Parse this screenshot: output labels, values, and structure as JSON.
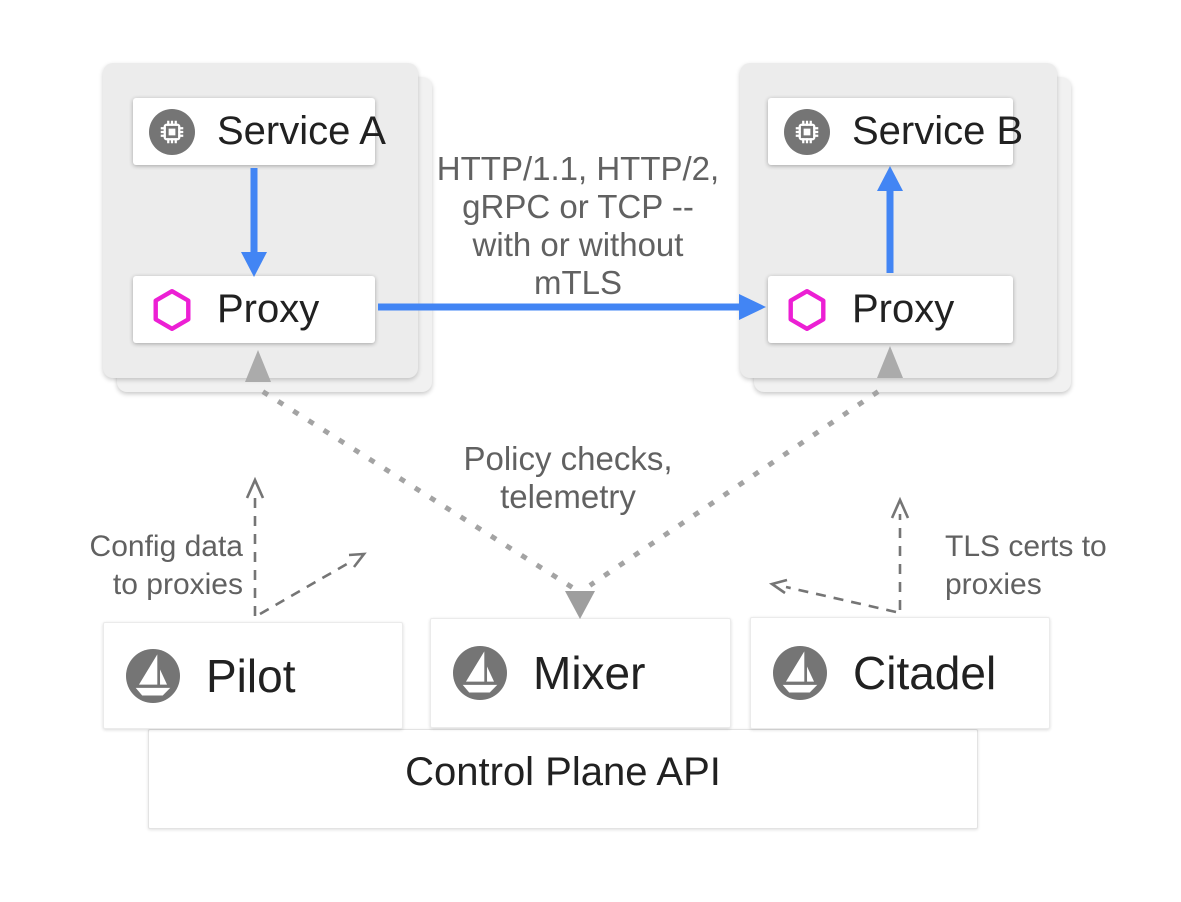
{
  "colors": {
    "accent_blue": "#4285f4",
    "proxy_magenta": "#ec1fd4",
    "icon_gray": "#757575",
    "dotted_gray": "#a3a3a3",
    "dashed_gray": "#757575",
    "pod_gray": "#ececec",
    "text_dark": "#212121",
    "text_gray": "#616161"
  },
  "pods": {
    "left": {
      "service_label": "Service A",
      "proxy_label": "Proxy"
    },
    "right": {
      "service_label": "Service B",
      "proxy_label": "Proxy"
    }
  },
  "annotations": {
    "traffic": {
      "line1": "HTTP/1.1, HTTP/2,",
      "line2": "gRPC or TCP --",
      "line3": "with or without",
      "line4": "mTLS"
    },
    "policy": {
      "line1": "Policy checks,",
      "line2": "telemetry"
    },
    "config": {
      "line1": "Config data",
      "line2": "to proxies"
    },
    "tls": {
      "line1": "TLS certs to",
      "line2": "proxies"
    }
  },
  "control_plane": {
    "components": [
      {
        "label": "Pilot"
      },
      {
        "label": "Mixer"
      },
      {
        "label": "Citadel"
      }
    ],
    "api_label": "Control Plane API"
  },
  "icons": {
    "service": "chip-icon",
    "proxy": "hexagon-icon",
    "component": "istio-sail-icon"
  }
}
